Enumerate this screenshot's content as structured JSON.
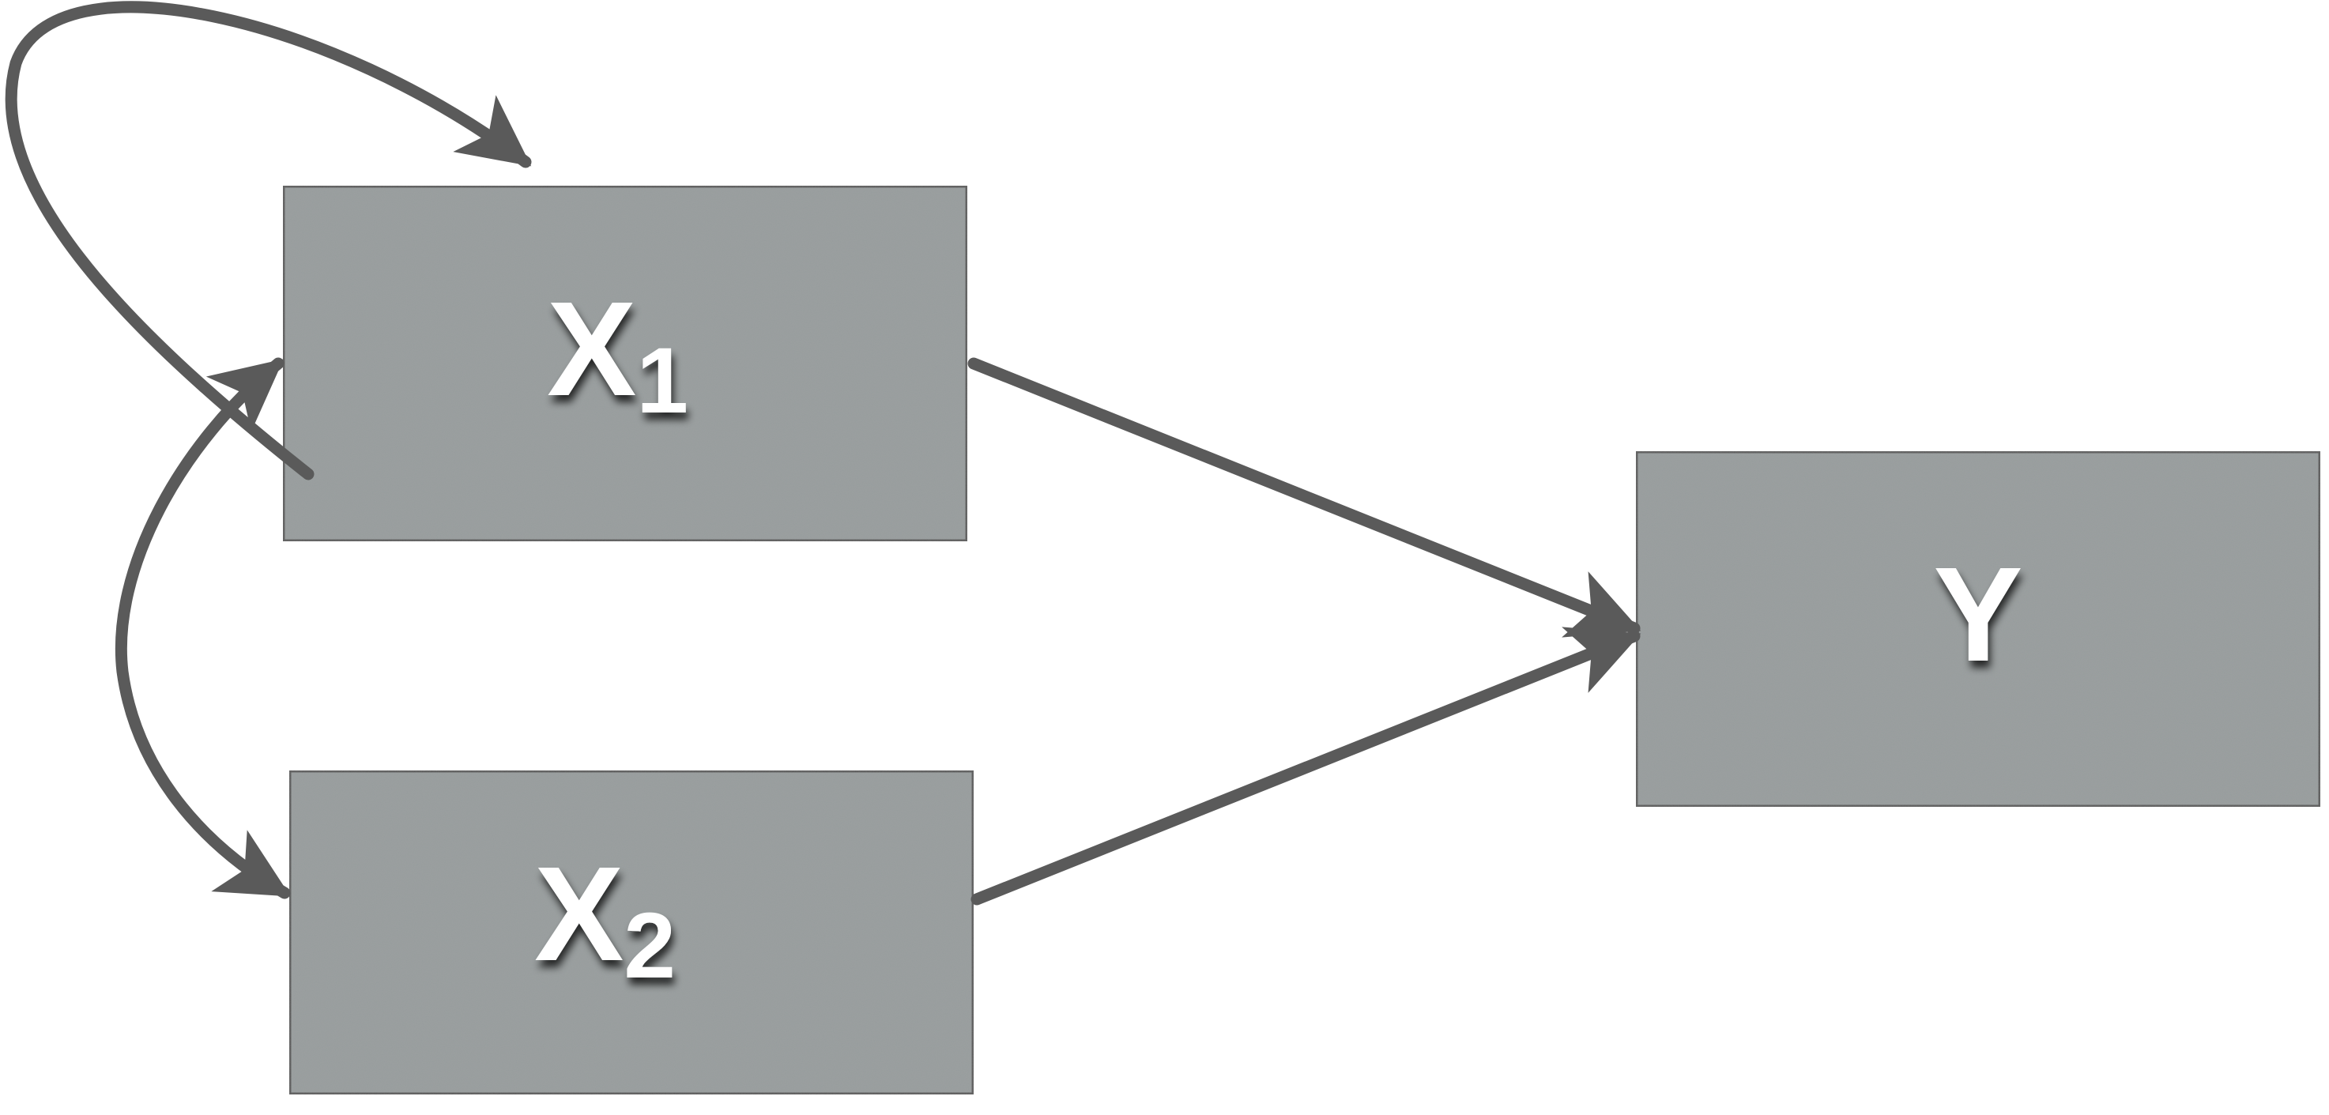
{
  "diagram": {
    "colors": {
      "background": "#ffffff",
      "box_fill": "#979c9d",
      "box_border": "#5b5b5b",
      "arrow": "#5a5a5a",
      "label": "#ffffff"
    },
    "nodes": {
      "x1": {
        "main": "X",
        "sub": "1"
      },
      "x2": {
        "main": "X",
        "sub": "2"
      },
      "y": {
        "main": "Y",
        "sub": ""
      }
    },
    "edges": [
      {
        "from": "x1",
        "to": "x1",
        "kind": "self-loop"
      },
      {
        "from": "x1",
        "to": "x2",
        "kind": "two-headed-curve"
      },
      {
        "from": "x1",
        "to": "y",
        "kind": "directed"
      },
      {
        "from": "x2",
        "to": "y",
        "kind": "directed"
      }
    ]
  }
}
